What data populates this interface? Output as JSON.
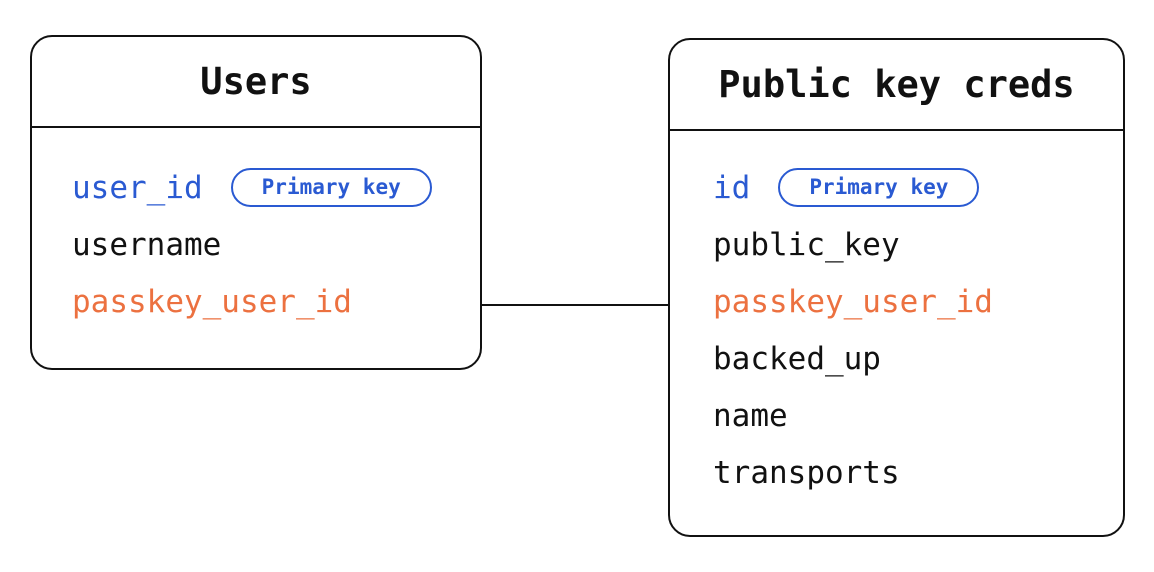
{
  "colors": {
    "stroke": "#111111",
    "blue": "#2a5ad2",
    "orange": "#ec7140",
    "text": "#111111",
    "background": "#ffffff"
  },
  "tables": [
    {
      "title": "Users",
      "fields": [
        {
          "label": "user_id",
          "color": "blue",
          "badge": "Primary key"
        },
        {
          "label": "username",
          "color": "black"
        },
        {
          "label": "passkey_user_id",
          "color": "orange"
        }
      ]
    },
    {
      "title": "Public key creds",
      "fields": [
        {
          "label": "id",
          "color": "blue",
          "badge": "Primary key"
        },
        {
          "label": "public_key",
          "color": "black"
        },
        {
          "label": "passkey_user_id",
          "color": "orange"
        },
        {
          "label": "backed_up",
          "color": "black"
        },
        {
          "label": "name",
          "color": "black"
        },
        {
          "label": "transports",
          "color": "black"
        }
      ]
    }
  ],
  "relationship": {
    "from_table": "Users",
    "from_field": "passkey_user_id",
    "to_table": "Public key creds",
    "to_field": "passkey_user_id"
  }
}
